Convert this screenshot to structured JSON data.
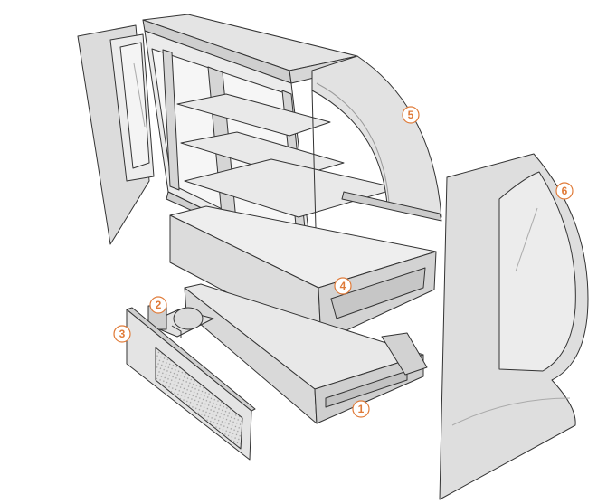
{
  "colors": {
    "panel": "#d9d9d9",
    "panel_light": "#e6e6e6",
    "panel_dark": "#bdbdbd",
    "stroke": "#333333",
    "callout_fill": "#ffffff",
    "callout_stroke": "#e07b39",
    "callout_text": "#e07b39"
  },
  "callouts": [
    {
      "id": "1",
      "label": "1"
    },
    {
      "id": "2",
      "label": "2"
    },
    {
      "id": "3",
      "label": "3"
    },
    {
      "id": "4",
      "label": "4"
    },
    {
      "id": "5",
      "label": "5"
    },
    {
      "id": "6",
      "label": "6"
    }
  ]
}
